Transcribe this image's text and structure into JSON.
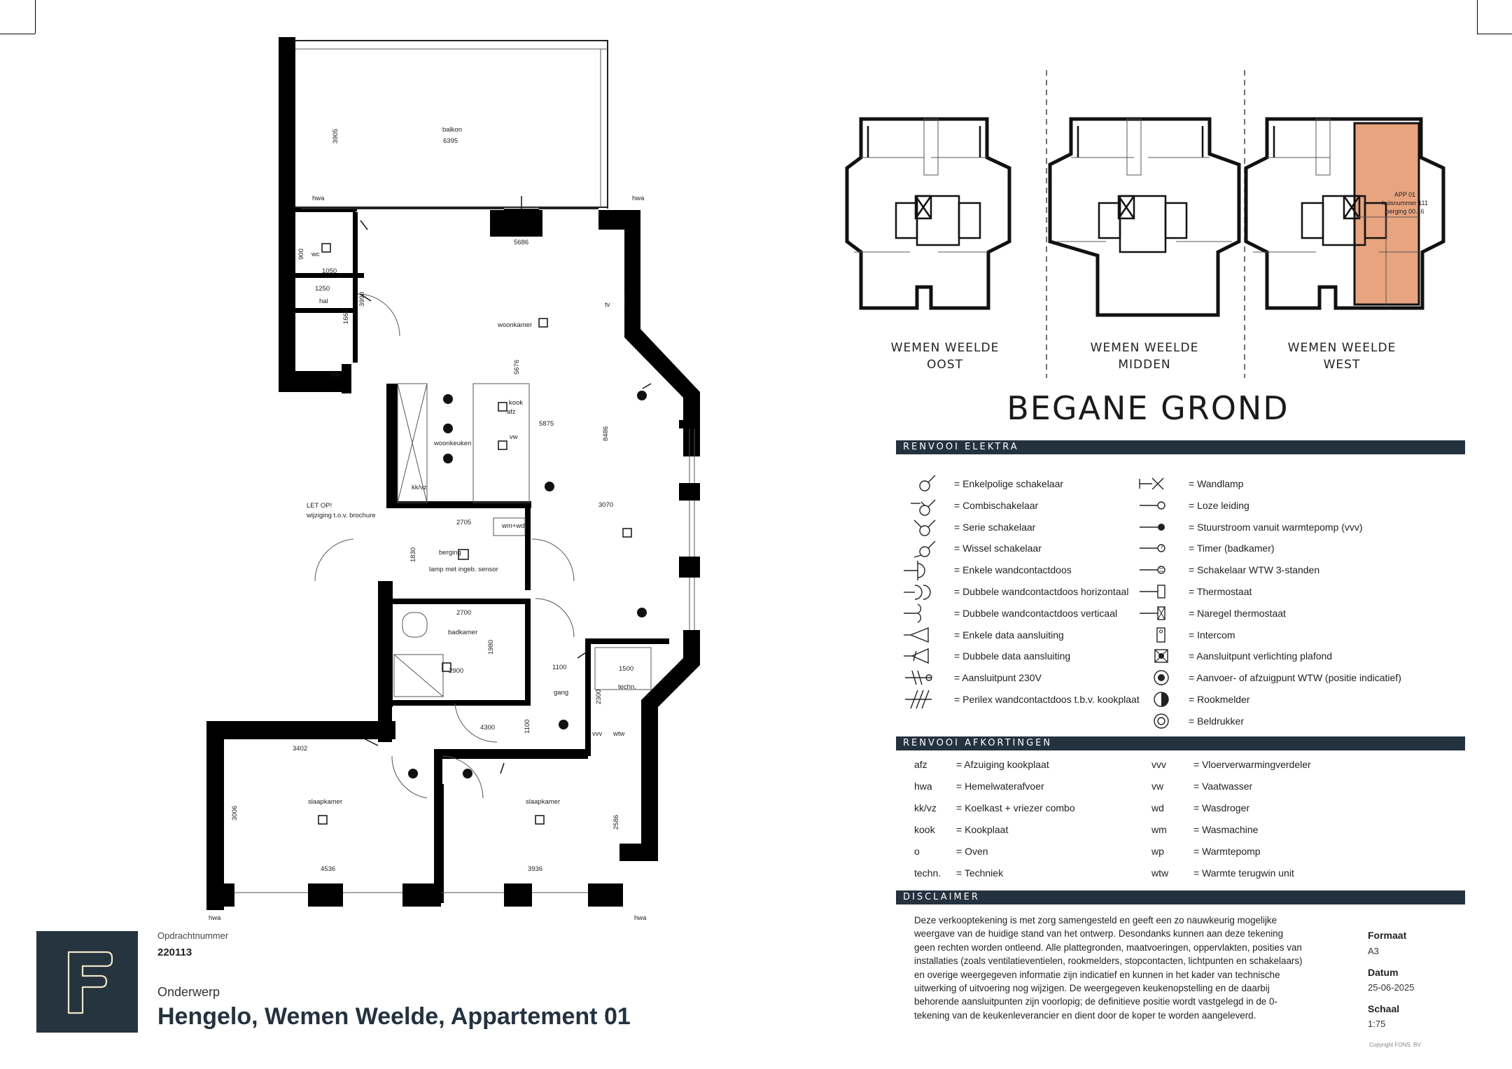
{
  "plan": {
    "rooms": {
      "balkon": "balkon",
      "woonkamer": "woonkamer",
      "woonkeuken": "woonkeuken",
      "berging": "berging",
      "berging_note": "lamp met ingeb. sensor",
      "badkamer": "badkamer",
      "gang": "gang",
      "techn": "techn.",
      "hal": "hal",
      "wc": "wc",
      "mk": "mk",
      "slaapkamer_1": "slaapkamer",
      "slaapkamer_2": "slaapkamer",
      "kook": "kook",
      "afz": "afz",
      "vw": "vw",
      "kkvz": "kk/vz",
      "wmwd": "wm+wd",
      "vvv": "vvv",
      "wtw": "wtw",
      "tv": "tv"
    },
    "hwa": [
      "hwa",
      "hwa",
      "hwa",
      "hwa"
    ],
    "note_line1": "LET OP!",
    "note_line2": "wijziging t.o.v. brochure",
    "dims": {
      "balkon_w": "6395",
      "balkon_h": "3905",
      "woon_top": "5686",
      "woon_v": "5676",
      "keuken": "5875",
      "right_v": "8486",
      "mid": "3070",
      "berging_w": "2705",
      "berging_h": "1830",
      "bad_w": "2700",
      "bad_w2": "2900",
      "bad_h": "1980",
      "gang_w": "1100",
      "gang_h": "1100",
      "tech_w": "1500",
      "tech_h": "2300",
      "hall_w": "1050",
      "hall_w2": "1250",
      "hall_h": "1665",
      "hall_h2": "3990",
      "wc_h": "900",
      "corr": "4300",
      "slp1_top": "3402",
      "slp1_bot": "4536",
      "slp1_h": "3006",
      "slp2_bot": "3936",
      "slp2_h": "2586"
    }
  },
  "overview": {
    "wings": [
      {
        "name": "WEMEN WEELDE",
        "sub": "OOST"
      },
      {
        "name": "WEMEN WEELDE",
        "sub": "MIDDEN"
      },
      {
        "name": "WEMEN WEELDE",
        "sub": "WEST"
      }
    ],
    "app_label_1": "APP 01",
    "app_label_2": "huisnummer 111",
    "app_label_3": "berging 00.16",
    "highlight_color": "#e8a47f"
  },
  "heading": "BEGANE GROND",
  "sections": {
    "elektra": "RENVOOI ELEKTRA",
    "afkortingen": "RENVOOI AFKORTINGEN",
    "disclaimer": "DISCLAIMER"
  },
  "legend_left": [
    {
      "icon": "enkelpolige-schakelaar-icon",
      "label": "= Enkelpolige schakelaar"
    },
    {
      "icon": "combischakelaar-icon",
      "label": "= Combischakelaar"
    },
    {
      "icon": "serie-schakelaar-icon",
      "label": "= Serie schakelaar"
    },
    {
      "icon": "wissel-schakelaar-icon",
      "label": "= Wissel schakelaar"
    },
    {
      "icon": "enkele-wcd-icon",
      "label": "= Enkele wandcontactdoos"
    },
    {
      "icon": "dubbele-wcd-horizontaal-icon",
      "label": "= Dubbele wandcontactdoos horizontaal"
    },
    {
      "icon": "dubbele-wcd-verticaal-icon",
      "label": "= Dubbele wandcontactdoos verticaal"
    },
    {
      "icon": "enkele-data-icon",
      "label": "= Enkele data aansluiting"
    },
    {
      "icon": "dubbele-data-icon",
      "label": "= Dubbele data aansluiting"
    },
    {
      "icon": "aansluitpunt-230v-icon",
      "label": "= Aansluitpunt 230V"
    },
    {
      "icon": "perilex-icon",
      "label": "= Perilex wandcontactdoos t.b.v. kookplaat"
    }
  ],
  "legend_right": [
    {
      "icon": "wandlamp-icon",
      "label": "= Wandlamp"
    },
    {
      "icon": "loze-leiding-icon",
      "label": "= Loze leiding"
    },
    {
      "icon": "stuurstroom-icon",
      "label": "= Stuurstroom vanuit warmtepomp (vvv)"
    },
    {
      "icon": "timer-icon",
      "label": "= Timer (badkamer)"
    },
    {
      "icon": "wtw-schakelaar-icon",
      "label": "= Schakelaar WTW 3-standen"
    },
    {
      "icon": "thermostaat-icon",
      "label": "= Thermostaat"
    },
    {
      "icon": "naregel-thermostaat-icon",
      "label": "= Naregel thermostaat"
    },
    {
      "icon": "intercom-icon",
      "label": "= Intercom"
    },
    {
      "icon": "plafond-lichtpunt-icon",
      "label": "= Aansluitpunt verlichting plafond"
    },
    {
      "icon": "wtw-ventiel-icon",
      "label": "= Aanvoer- of afzuigpunt WTW (positie indicatief)"
    },
    {
      "icon": "rookmelder-icon",
      "label": "= Rookmelder"
    },
    {
      "icon": "beldrukker-icon",
      "label": "= Beldrukker"
    }
  ],
  "abbreviations_left": [
    {
      "code": "afz",
      "label": "= Afzuiging kookplaat"
    },
    {
      "code": "hwa",
      "label": "= Hemelwaterafvoer"
    },
    {
      "code": "kk/vz",
      "label": "= Koelkast + vriezer combo"
    },
    {
      "code": "kook",
      "label": "= Kookplaat"
    },
    {
      "code": "o",
      "label": "= Oven"
    },
    {
      "code": "techn.",
      "label": "= Techniek"
    }
  ],
  "abbreviations_right": [
    {
      "code": "vvv",
      "label": "= Vloerverwarmingverdeler"
    },
    {
      "code": "vw",
      "label": "= Vaatwasser"
    },
    {
      "code": "wd",
      "label": "= Wasdroger"
    },
    {
      "code": "wm",
      "label": "= Wasmachine"
    },
    {
      "code": "wp",
      "label": "= Warmtepomp"
    },
    {
      "code": "wtw",
      "label": "= Warmte terugwin unit"
    }
  ],
  "disclaimer_text": "Deze verkooptekening is met zorg samengesteld en geeft een zo nauwkeurig mogelijke weergave van de huidige stand van het ontwerp. Desondanks kunnen aan deze tekening geen rechten worden ontleend. Alle plattegronden, maatvoeringen, oppervlakten, posities van installaties (zoals ventilatieventielen, rookmelders, stopcontacten, lichtpunten en schakelaars) en overige weergegeven informatie zijn indicatief en kunnen in het kader van technische uitwerking of uitvoering nog wijzigen. De weergegeven keukenopstelling en de daarbij behorende aansluitpunten zijn voorlopig; de definitieve positie wordt vastgelegd in de 0-tekening van de keukenleverancier en dient door de koper te worden aangeleverd.",
  "meta": {
    "formaat_label": "Formaat",
    "formaat": "A3",
    "datum_label": "Datum",
    "datum": "25-06-2025",
    "schaal_label": "Schaal",
    "schaal": "1:75"
  },
  "titleblock": {
    "opdracht_label": "Opdrachtnummer",
    "opdracht": "220113",
    "onderwerp_label": "Onderwerp",
    "title": "Hengelo, Wemen Weelde, Appartement 01",
    "logo_color": "#263440"
  },
  "copyright": "Copyright FONS. BV"
}
